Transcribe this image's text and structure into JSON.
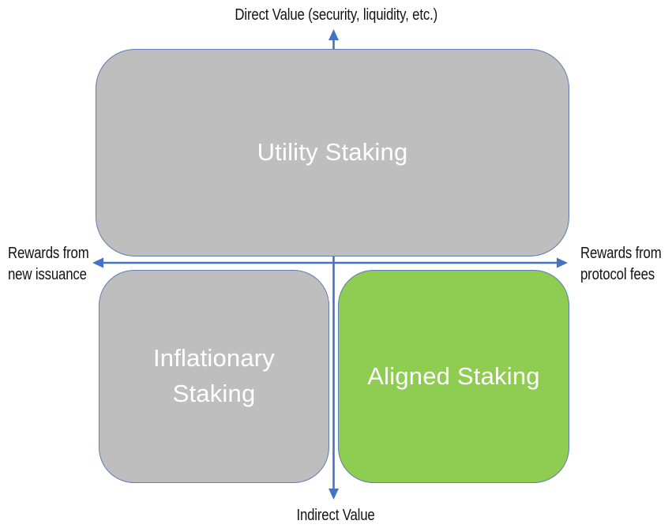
{
  "diagram": {
    "axis_labels": {
      "top": "Direct Value (security, liquidity, etc.)",
      "bottom": "Indirect Value",
      "left": [
        "Rewards from",
        "new issuance"
      ],
      "right": [
        "Rewards from",
        "protocol fees"
      ]
    },
    "boxes": {
      "utility": {
        "label": "Utility Staking",
        "fill": "#BEBEBE"
      },
      "inflationary": {
        "label": "Inflationary Staking",
        "fill": "#BEBEBE"
      },
      "aligned": {
        "label": "Aligned Staking",
        "fill": "#8ECD52"
      }
    },
    "colors": {
      "axis_arrow": "#4472C4",
      "box_border": "#5F7CB4",
      "box_text": "#FFFFFF",
      "label_text": "#121212"
    }
  }
}
